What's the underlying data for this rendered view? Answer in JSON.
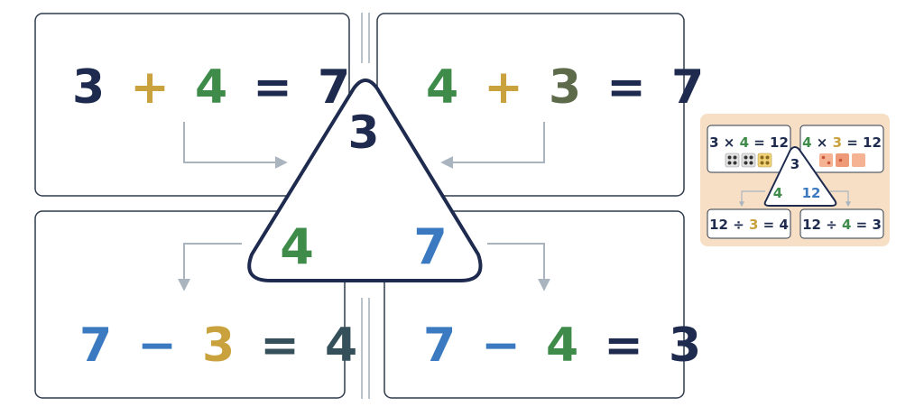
{
  "colors": {
    "navy": "#1e2b4f",
    "green": "#3f8b4a",
    "gold": "#c9a23e",
    "olive": "#5d6b4a",
    "blue": "#3b7ac0",
    "slate": "#35505a",
    "border": "#2f3b4c",
    "arrow": "#a9b4bf",
    "peach": "#f7dfc6",
    "orange": "#e8845e"
  },
  "main": {
    "triangle": {
      "top": "3",
      "left": "4",
      "right": "7"
    },
    "top_left": {
      "a": "3",
      "op": "+",
      "b": "4",
      "eq": "=",
      "r": "7"
    },
    "top_right": {
      "a": "4",
      "op": "+",
      "b": "3",
      "eq": "=",
      "r": "7"
    },
    "bottom_left": {
      "a": "7",
      "op": "−",
      "b": "3",
      "eq": "=",
      "r": "4"
    },
    "bottom_right": {
      "a": "7",
      "op": "−",
      "b": "4",
      "eq": "=",
      "r": "3"
    }
  },
  "inset": {
    "triangle": {
      "top": "3",
      "left": "4",
      "right": "12"
    },
    "top_left": {
      "a": "3",
      "op": "×",
      "b": "4",
      "eq": "=",
      "r": "12"
    },
    "top_right": {
      "a": "4",
      "op": "×",
      "b": "3",
      "eq": "=",
      "r": "12"
    },
    "bottom_left": {
      "a": "12",
      "op": "÷",
      "b": "3",
      "eq": "=",
      "r": "4"
    },
    "bottom_right": {
      "a": "12",
      "op": "÷",
      "b": "4",
      "eq": "=",
      "r": "3"
    }
  }
}
